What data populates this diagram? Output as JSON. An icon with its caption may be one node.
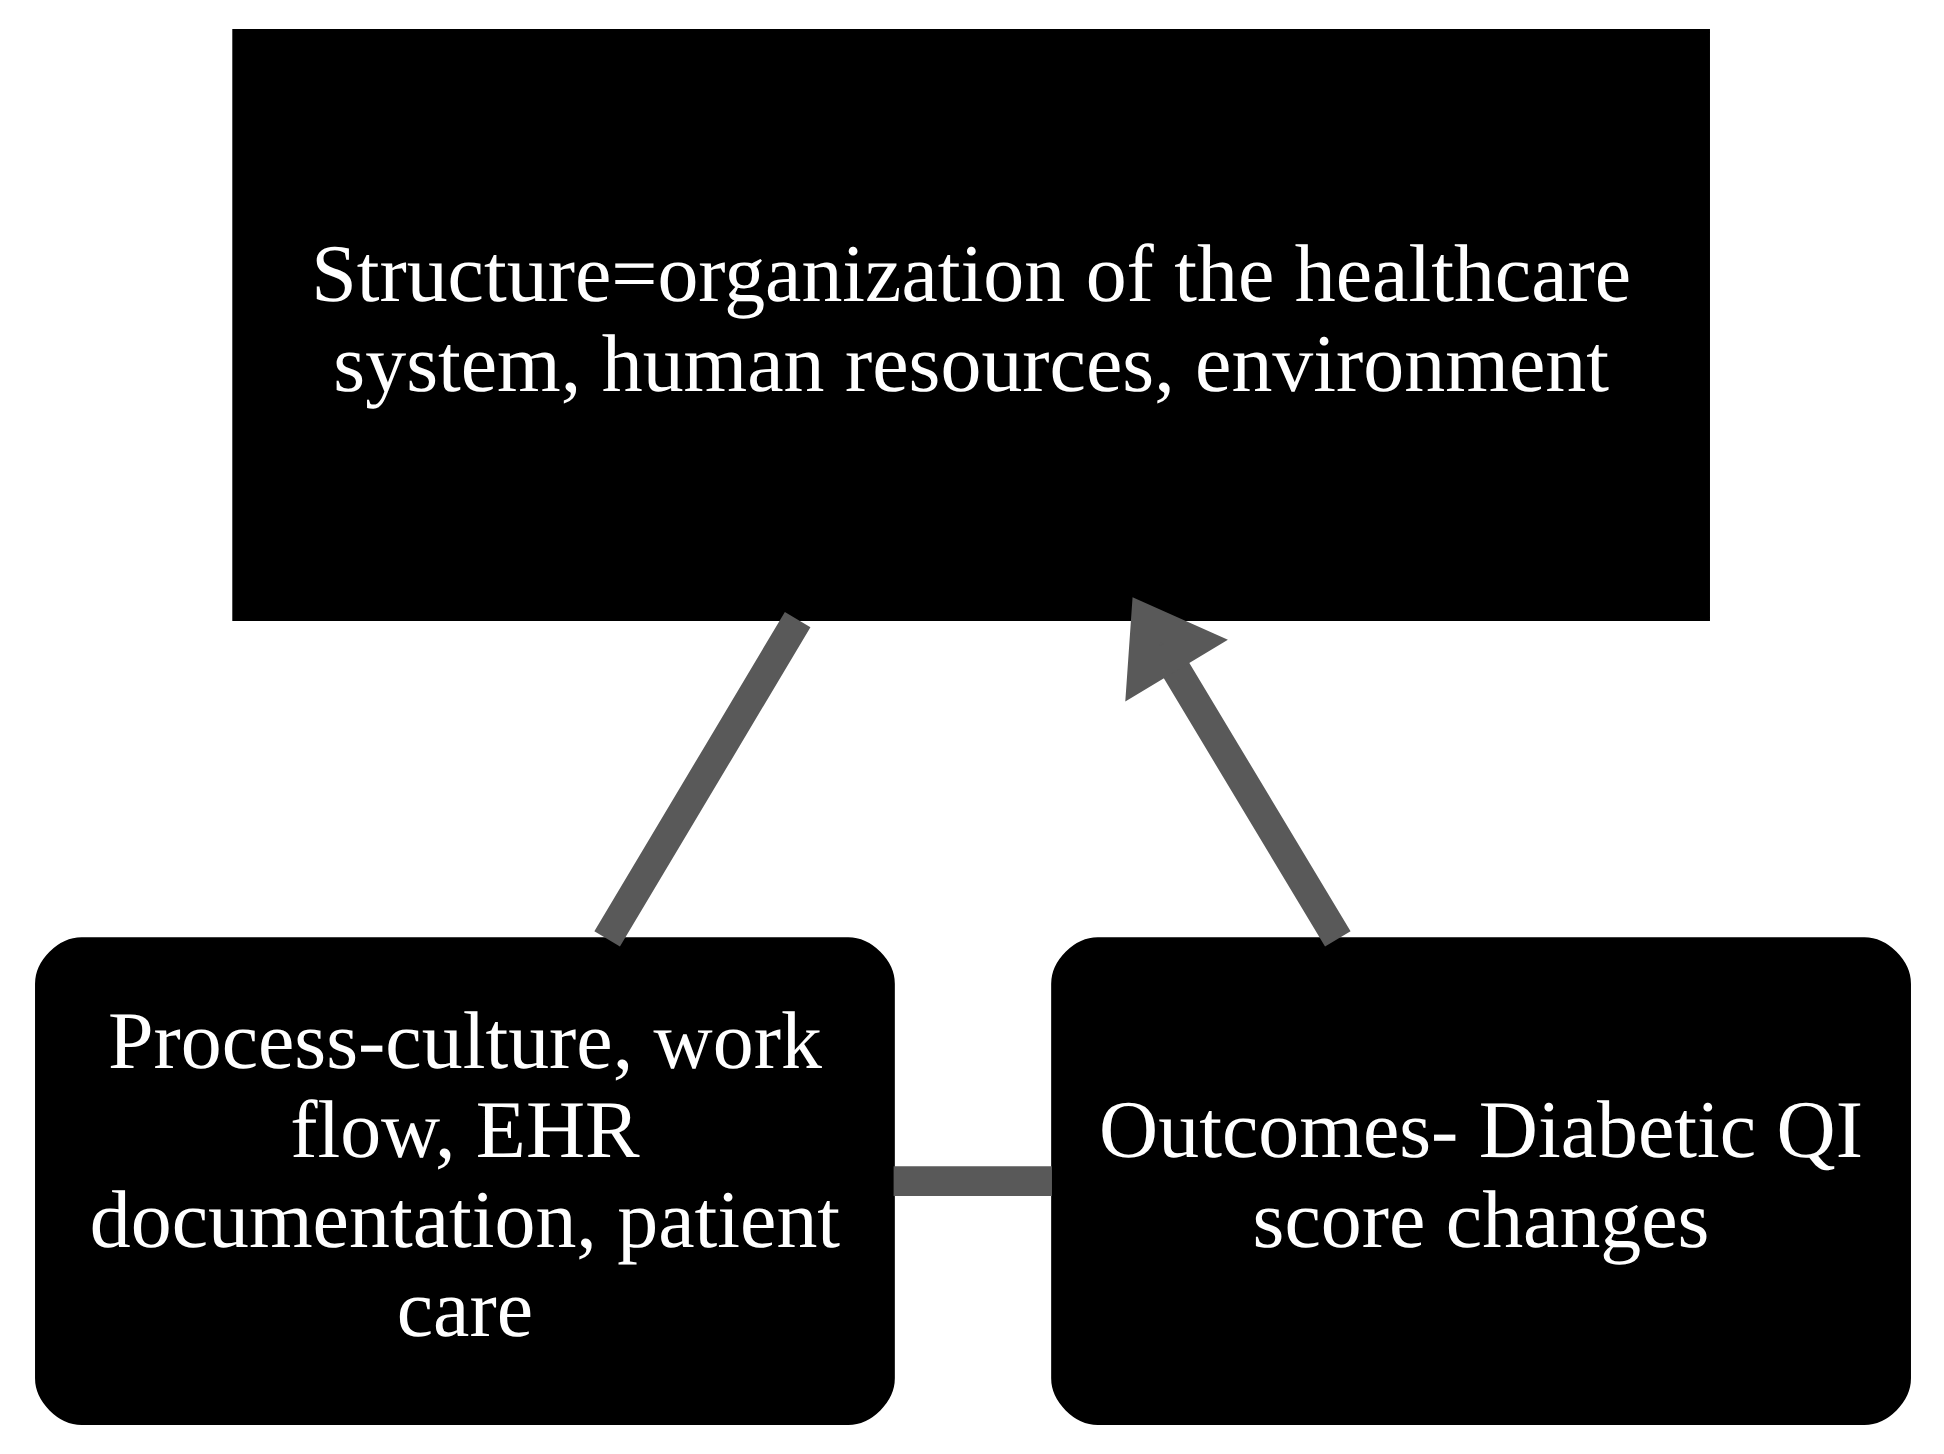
{
  "diagram": {
    "nodes": [
      {
        "text": [
          "Structure=organization of the healthcare system, human resources, environment"
        ]
      },
      {
        "text": [
          "Outcomes- Diabetic QI score changes"
        ]
      },
      {
        "text": [
          "Process-culture, work flow, EHR documentation, patient care"
        ]
      }
    ],
    "edges": [
      {
        "from": 0,
        "to": 2,
        "arrow": "none"
      },
      {
        "from": 2,
        "to": 1,
        "arrow": "none"
      },
      {
        "from": 1,
        "to": 0,
        "arrow": "to"
      }
    ]
  }
}
